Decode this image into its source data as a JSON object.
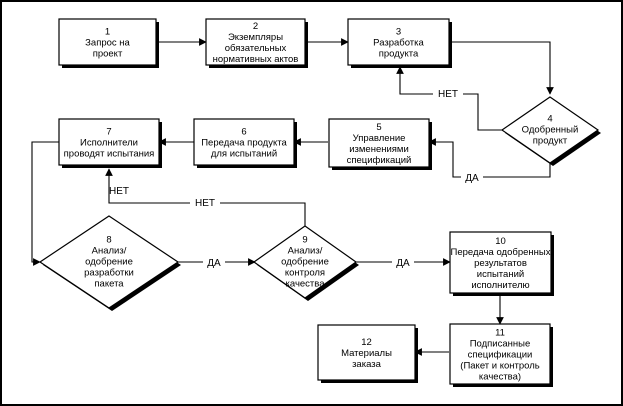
{
  "nodes": [
    {
      "num": "1",
      "lines": [
        "Запрос на",
        "проект"
      ]
    },
    {
      "num": "2",
      "lines": [
        "Экземпляры",
        "обязательных",
        "нормативных актов"
      ]
    },
    {
      "num": "3",
      "lines": [
        "Разработка",
        "продукта"
      ]
    },
    {
      "num": "4",
      "lines": [
        "Одобренный",
        "продукт"
      ]
    },
    {
      "num": "5",
      "lines": [
        "Управление",
        "изменениями",
        "спецификаций"
      ]
    },
    {
      "num": "6",
      "lines": [
        "Передача продукта",
        "для испытаний"
      ]
    },
    {
      "num": "7",
      "lines": [
        "Исполнители",
        "проводят испытания"
      ]
    },
    {
      "num": "8",
      "lines": [
        "Анализ/",
        "одобрение",
        "разработки",
        "пакета"
      ]
    },
    {
      "num": "9",
      "lines": [
        "Анализ/",
        "одобрение",
        "контроля",
        "качества"
      ]
    },
    {
      "num": "10",
      "lines": [
        "Передача одобренных",
        "результатов",
        "испытаний",
        "исполнителю"
      ]
    },
    {
      "num": "11",
      "lines": [
        "Подписанные",
        "спецификации",
        "(Пакет и контроль",
        "качества)"
      ]
    },
    {
      "num": "12",
      "lines": [
        "Материалы",
        "заказа"
      ]
    }
  ],
  "edge_labels": {
    "no_4_3": "НЕТ",
    "yes_4_5": "ДА",
    "no_9_7": "НЕТ",
    "yes_8_9": "ДА",
    "yes_9_10": "ДА"
  }
}
